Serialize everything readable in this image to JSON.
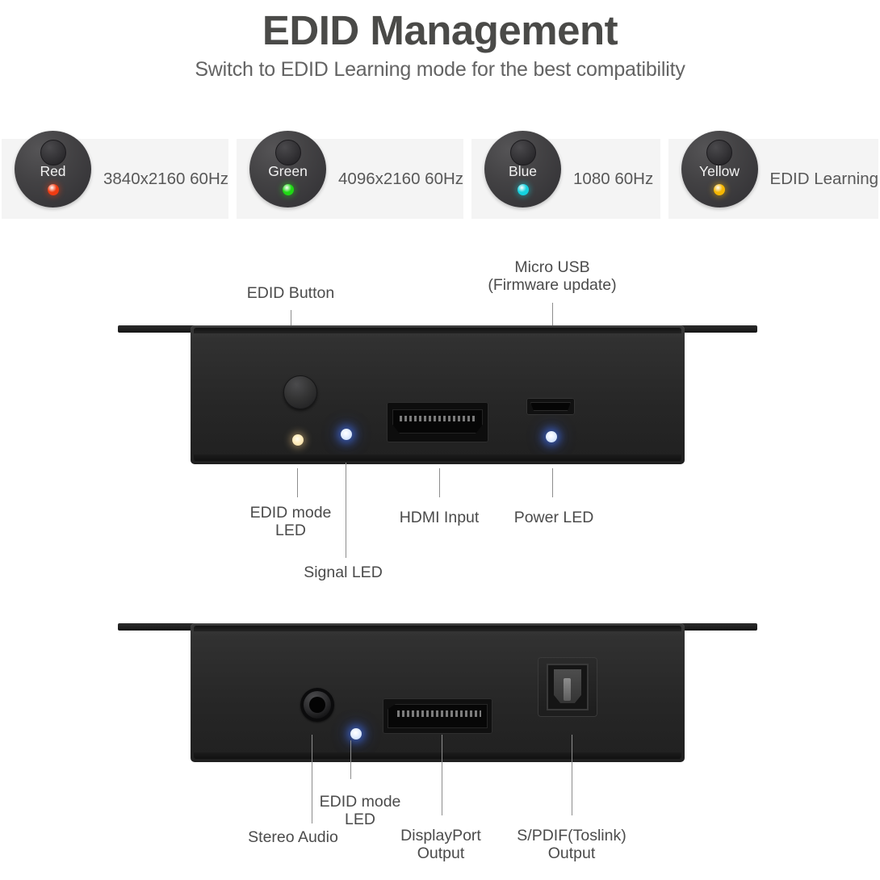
{
  "header": {
    "title": "EDID Management",
    "subtitle": "Switch to EDID Learning mode for the best compatibility"
  },
  "legend": {
    "cards": [
      {
        "color_name": "Red",
        "led_color": "#f03b11",
        "resolution": "3840x2160 60Hz"
      },
      {
        "color_name": "Green",
        "led_color": "#1fd914",
        "resolution": "4096x2160 60Hz"
      },
      {
        "color_name": "Blue",
        "led_color": "#14d2e0",
        "resolution": "1080 60Hz"
      },
      {
        "color_name": "Yellow",
        "led_color": "#f5b600",
        "resolution": "EDID Learning"
      }
    ]
  },
  "front_panel": {
    "top_labels": [
      {
        "text": "EDID Button"
      },
      {
        "text": "Micro USB\n(Firmware update)"
      }
    ],
    "bottom_labels": [
      {
        "text": "EDID mode\nLED"
      },
      {
        "text": "Signal LED"
      },
      {
        "text": "HDMI Input"
      },
      {
        "text": "Power LED"
      }
    ]
  },
  "rear_panel": {
    "bottom_labels": [
      {
        "text": "Stereo Audio"
      },
      {
        "text": "EDID mode\nLED"
      },
      {
        "text": "DisplayPort\nOutput"
      },
      {
        "text": "S/PDIF(Toslink)\nOutput"
      }
    ]
  }
}
